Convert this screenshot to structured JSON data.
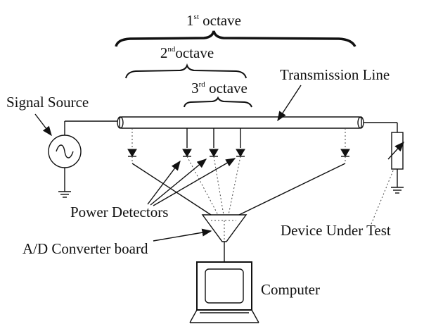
{
  "labels": {
    "octave1_num": "1",
    "octave1_sup": "st",
    "octave1_word": " octave",
    "octave2_num": "2",
    "octave2_sup": "nd",
    "octave2_word": "octave",
    "octave3_num": "3",
    "octave3_sup": "rd",
    "octave3_word": " octave",
    "transmission_line": "Transmission Line",
    "signal_source": "Signal Source",
    "power_detectors": "Power Detectors",
    "device_under_test": "Device Under Test",
    "ad_converter": "A/D Converter board",
    "computer": "Computer"
  }
}
